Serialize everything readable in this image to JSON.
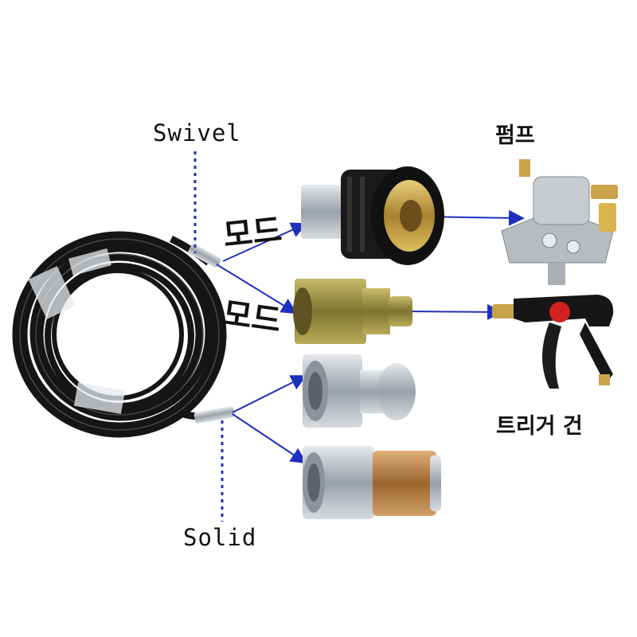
{
  "labels": {
    "swivel": "Swivel",
    "solid": "Solid",
    "mode_top": "모드",
    "mode_mid": "모드",
    "pump": "펌프",
    "trigger_gun": "트리거 건"
  },
  "colors": {
    "arrow": "#1f2fbf",
    "hose": "#151515",
    "brass": "#c9a24a",
    "steel": "#b9bec4"
  }
}
